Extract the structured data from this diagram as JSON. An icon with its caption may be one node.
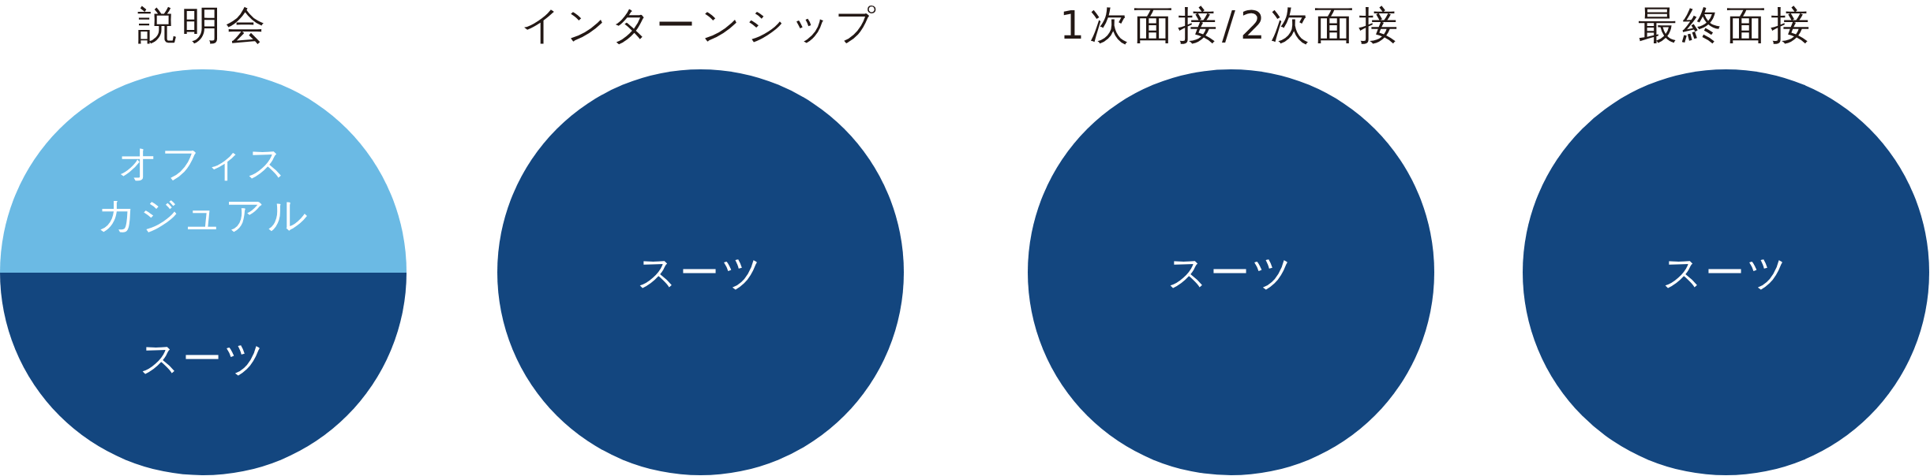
{
  "diagram": {
    "nodes": [
      {
        "text": [
          "説明会"
        ]
      },
      {
        "text": [
          "オフィスカジュアル"
        ],
        "in": 0
      },
      {
        "text": [
          "スーツ"
        ],
        "in": 0
      },
      {
        "text": [
          "インターンシップ",
          "スーツ"
        ]
      },
      {
        "text": [
          "1次面接/2次面接",
          "スーツ"
        ]
      },
      {
        "text": [
          "最終面接",
          "スーツ"
        ]
      }
    ]
  }
}
